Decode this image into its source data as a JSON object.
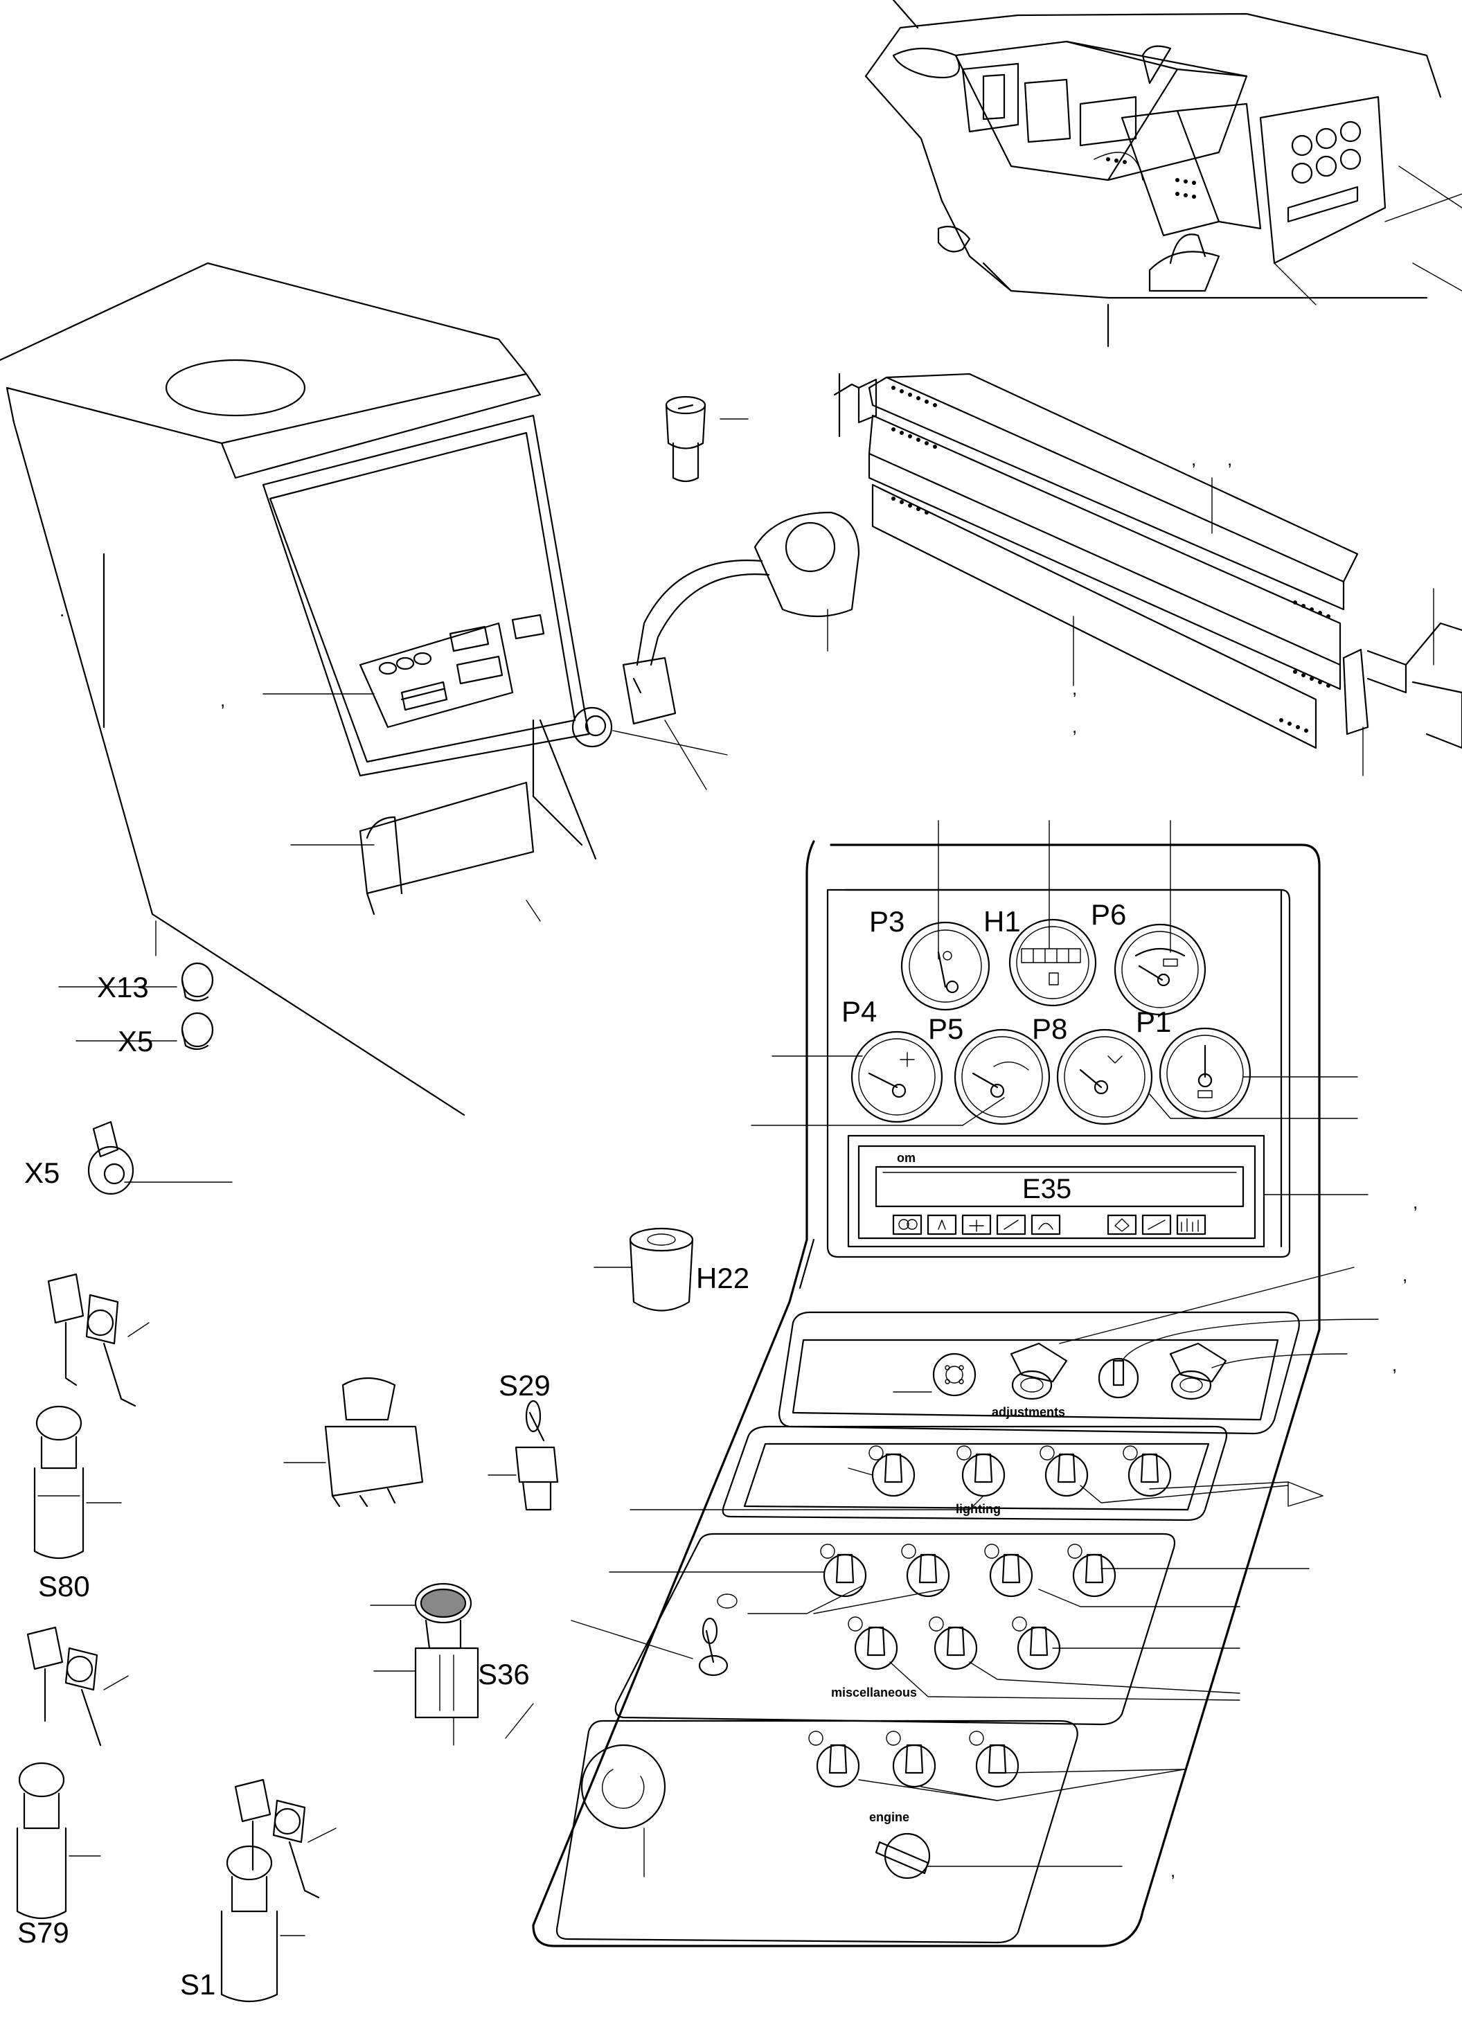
{
  "labels": {
    "p3": "P3",
    "h1": "H1",
    "p6": "P6",
    "p4": "P4",
    "p5": "P5",
    "p8": "P8",
    "p1": "P1",
    "x13": "X13",
    "x5_top": "X5",
    "x5_bottom": "X5",
    "e35": "E35",
    "h22": "H22",
    "s29": "S29",
    "s80": "S80",
    "s36": "S36",
    "s79": "S79",
    "s1": "S1"
  },
  "panel_sections": {
    "adjustments": "adjustments",
    "lighting": "lighting",
    "miscellaneous": "miscellaneous",
    "engine": "engine"
  },
  "display_brand": "om",
  "stray_marks": {
    "comma": ",",
    "dot": "."
  }
}
